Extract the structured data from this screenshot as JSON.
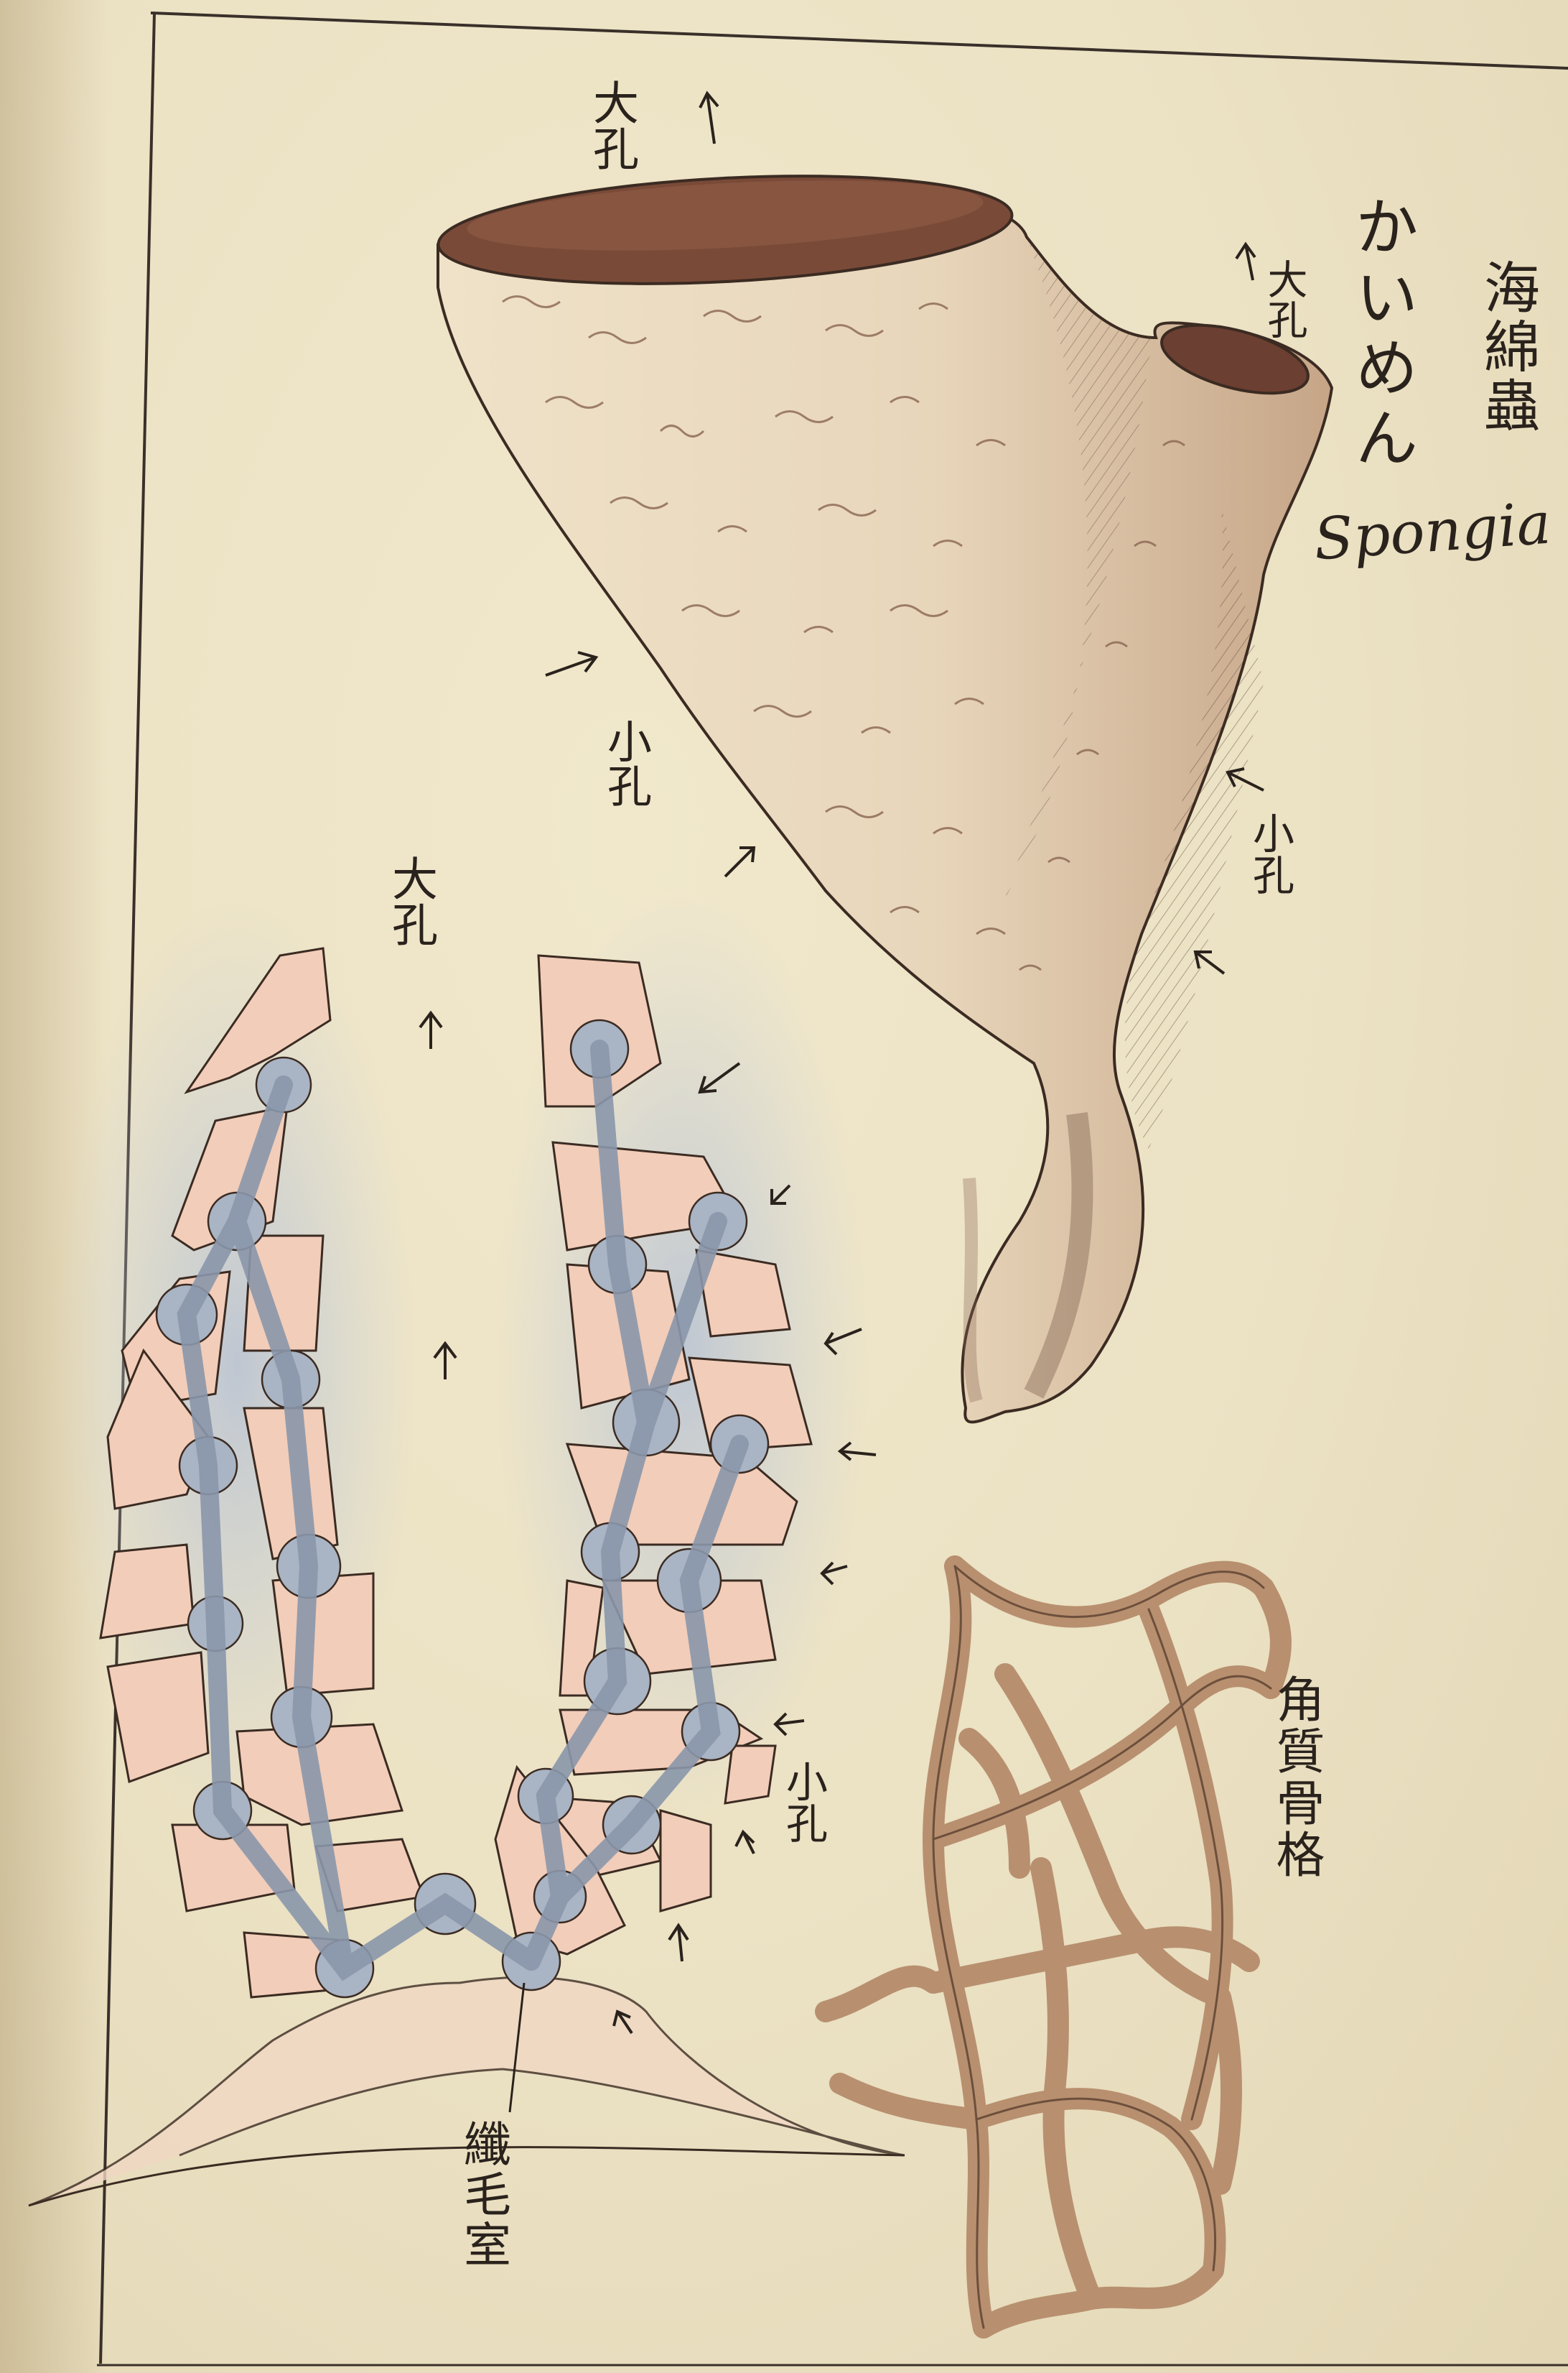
{
  "illustration": {
    "title_kanji": "海綿蟲",
    "title_kana": "かいめん",
    "title_latin": "Spongia",
    "labels": {
      "large_pore": "大孔",
      "small_pore": "小孔",
      "ciliated_chamber": "纖毛室",
      "horny_skeleton": "角質骨格"
    }
  },
  "colors": {
    "paper": "#ebe1c3",
    "sponge_body": "#eadcc2",
    "sponge_opening": "#7a4a38",
    "canal_blue": "#a9b4c4",
    "tissue_pink": "#f2cdb9",
    "skeleton_brown": "#b8906f",
    "ink": "#2a221c"
  }
}
